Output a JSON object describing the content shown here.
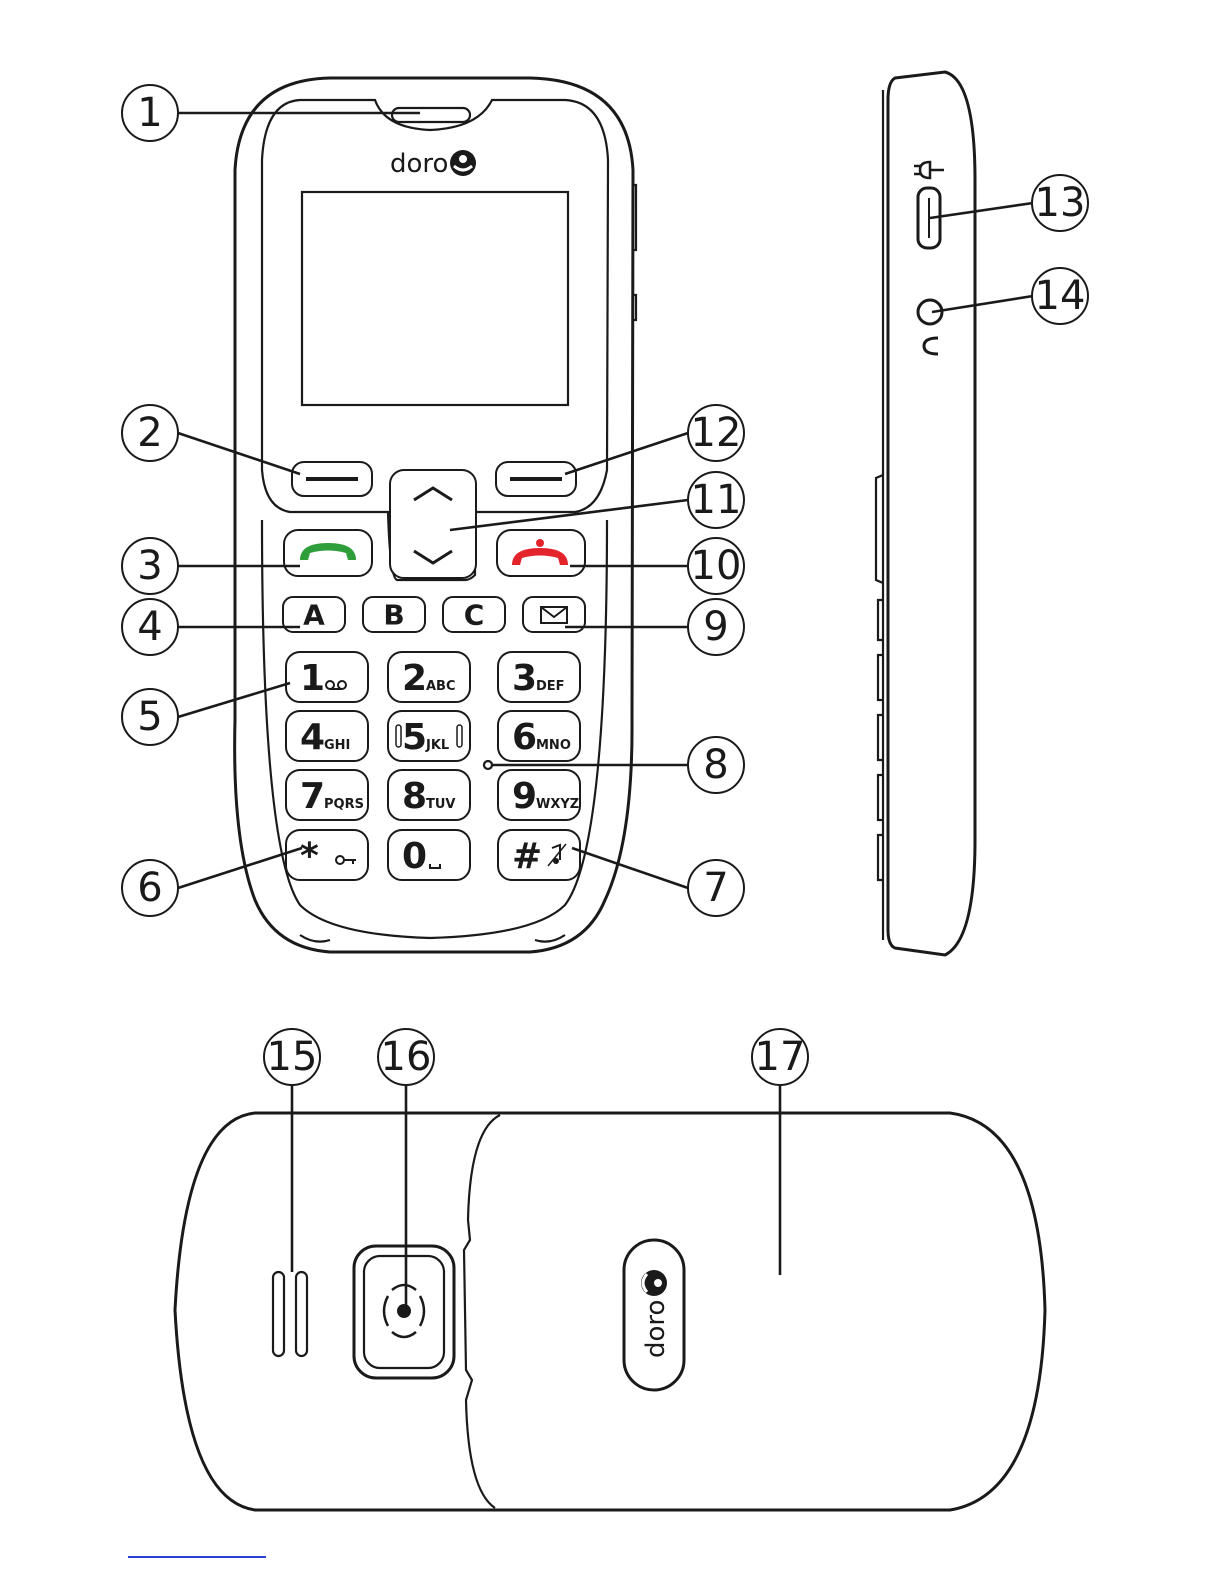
{
  "brand": "doro",
  "colors": {
    "call_green": "#2e9e3a",
    "end_red": "#e3242b",
    "ink": "#1a1a1a",
    "link_blue": "#2a3fd6"
  },
  "callouts": [
    "1",
    "2",
    "3",
    "4",
    "5",
    "6",
    "7",
    "8",
    "9",
    "10",
    "11",
    "12",
    "13",
    "14",
    "15",
    "16",
    "17"
  ],
  "memory_keys": [
    "A",
    "B",
    "C"
  ],
  "keypad": [
    {
      "main": "1",
      "sub": "",
      "icon": "voicemail-icon"
    },
    {
      "main": "2",
      "sub": "ABC"
    },
    {
      "main": "3",
      "sub": "DEF"
    },
    {
      "main": "4",
      "sub": "GHI"
    },
    {
      "main": "5",
      "sub": "JKL"
    },
    {
      "main": "6",
      "sub": "MNO"
    },
    {
      "main": "7",
      "sub": "PQRS"
    },
    {
      "main": "8",
      "sub": "TUV"
    },
    {
      "main": "9",
      "sub": "WXYZ"
    },
    {
      "main": "*",
      "sub": "",
      "icon": "key-lock-icon"
    },
    {
      "main": "0",
      "sub": "",
      "icon": "space-icon"
    },
    {
      "main": "#",
      "sub": "",
      "icon": "silent-icon"
    }
  ],
  "icons": {
    "earpiece": "earpiece-slot",
    "call": "phone-handset-green",
    "end": "phone-handset-red",
    "message": "envelope-icon",
    "charger": "plug-icon",
    "headset": "headset-icon",
    "assistance": "assistance-button-icon",
    "speaker": "speaker-grille"
  }
}
